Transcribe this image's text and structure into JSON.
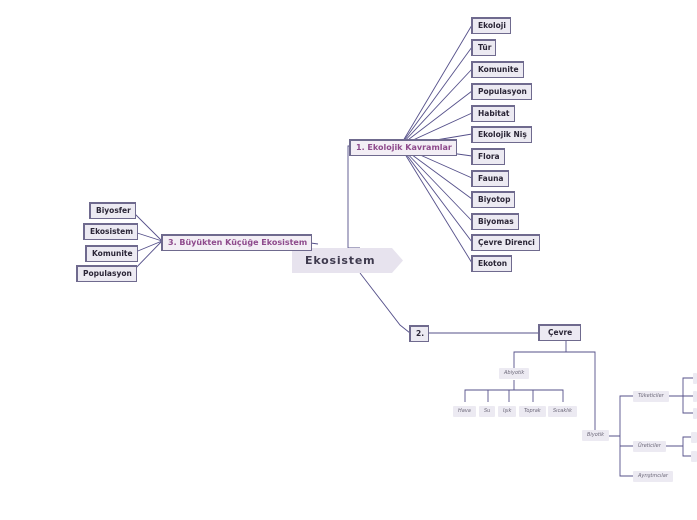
{
  "central": "Ekosistem",
  "branches": {
    "concepts": {
      "label": "1. Ekolojik Kavramlar",
      "children": [
        "Ekoloji",
        "Tür",
        "Komunite",
        "Populasyon",
        "Habitat",
        "Ekolojik Niş",
        "Flora",
        "Fauna",
        "Biyotop",
        "Biyomas",
        "Çevre Direnci",
        "Ekoton"
      ]
    },
    "scale": {
      "label": "3. Büyükten Küçüğe Ekosistem",
      "children": [
        "Biyosfer",
        "Ekosistem",
        "Komunite",
        "Populasyon"
      ]
    },
    "second": {
      "label": "2.",
      "environment": {
        "label": "Çevre",
        "abiotic": {
          "label": "Abiyotik",
          "children": [
            "Hava",
            "Su",
            "Işık",
            "Toprak",
            "Sıcaklık"
          ]
        },
        "biotic": {
          "label": "Biyotik",
          "children": [
            "Tüketiciler",
            "Üreticiler",
            "Ayrıştırıcılar"
          ]
        }
      }
    }
  }
}
